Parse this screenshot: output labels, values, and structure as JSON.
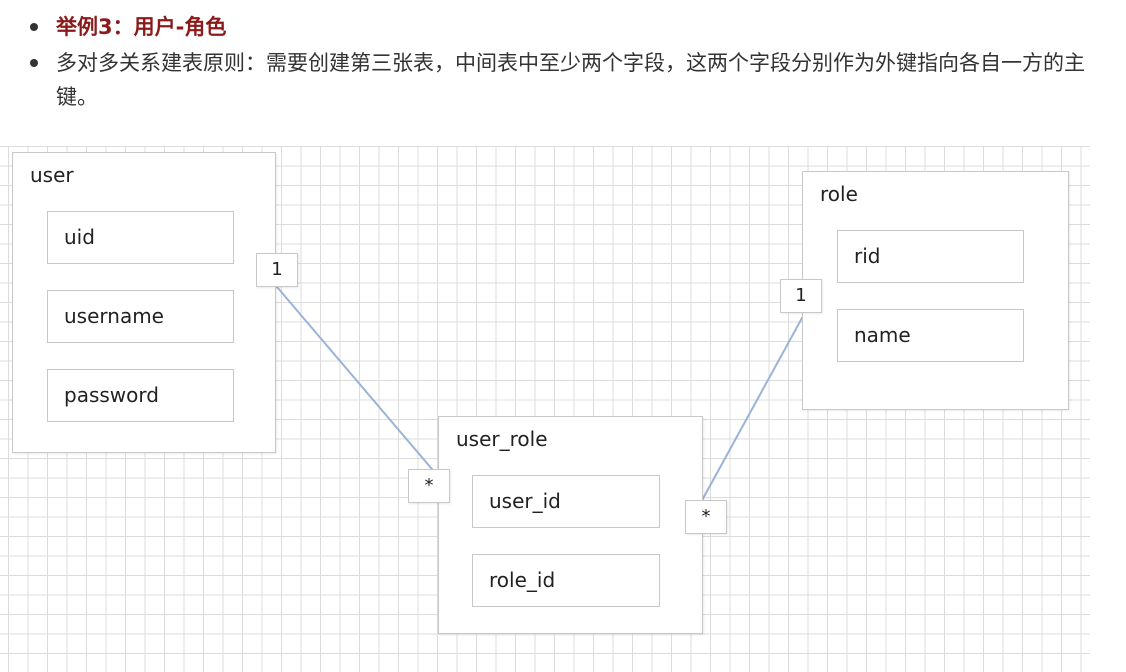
{
  "bullets": {
    "title": "举例3：用户-角色",
    "rule": "多对多关系建表原则：需要创建第三张表，中间表中至少两个字段，这两个字段分别作为外键指向各自一方的主键。"
  },
  "diagram": {
    "user": {
      "title": "user",
      "fields": [
        "uid",
        "username",
        "password"
      ]
    },
    "role": {
      "title": "role",
      "fields": [
        "rid",
        "name"
      ]
    },
    "user_role": {
      "title": "user_role",
      "fields": [
        "user_id",
        "role_id"
      ]
    },
    "multiplicity": {
      "user_side": "1",
      "role_side": "1",
      "user_role_left": "*",
      "user_role_right": "*"
    },
    "colors": {
      "link": "#9bb4d6",
      "border": "#c8c8c8",
      "grid": "#dcdcdc",
      "title": "#8b1a1a"
    }
  }
}
